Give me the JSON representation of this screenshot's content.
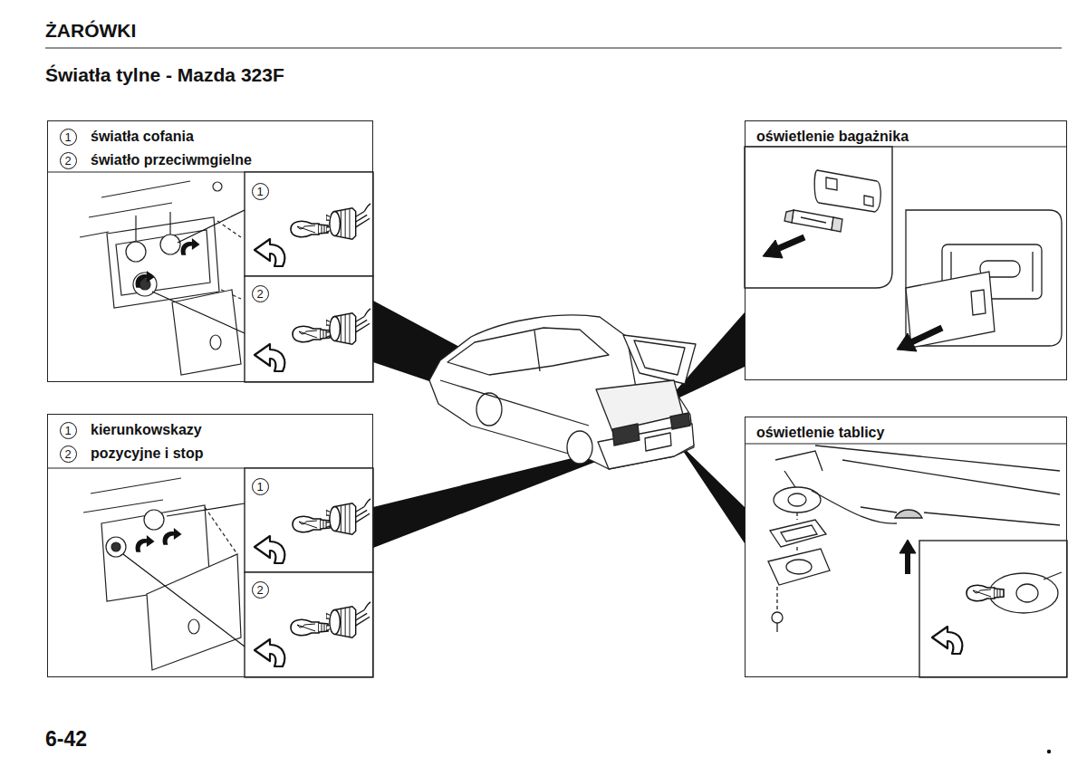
{
  "diagram": {
    "title": "ŻARÓWKI",
    "nodes": [
      {
        "text": [
          "światła cofania",
          "światło przeciwmgielne"
        ]
      },
      {
        "text": [
          "oświetlenie bagażnika"
        ]
      },
      {
        "text": [
          "kierunkowskazy",
          "pozycyjne i stop"
        ]
      },
      {
        "text": [
          "oświetlenie tablicy"
        ]
      }
    ],
    "labels": [
      "Światła tylne - Mazda 323F",
      "1",
      "2",
      "1",
      "2",
      "1",
      "2",
      "1",
      "2",
      "6-42"
    ]
  }
}
